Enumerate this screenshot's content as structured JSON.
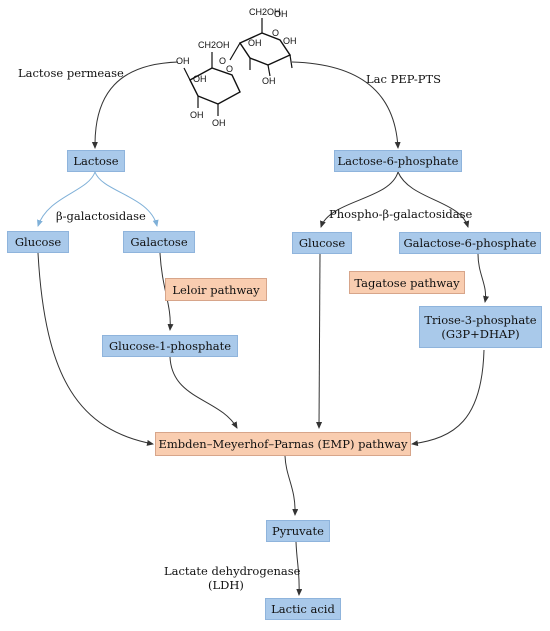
{
  "molecule": {
    "name": "lactose-structure",
    "labels": [
      "CH2OH",
      "OH",
      "O",
      "OH",
      "OH",
      "OH",
      "CH2OH",
      "O",
      "OH",
      "O",
      "OH",
      "OH",
      "OH"
    ]
  },
  "enzymes": {
    "lactose_permease": "Lactose permease",
    "lac_pep_pts": "Lac PEP-PTS",
    "beta_galactosidase": "β-galactosidase",
    "phospho_beta_galactosidase": "Phospho-β-galactosidase",
    "ldh_line1": "Lactate dehydrogenase",
    "ldh_line2": "(LDH)"
  },
  "nodes": {
    "lactose": "Lactose",
    "lactose6p": "Lactose-6-phosphate",
    "glucose_left": "Glucose",
    "galactose": "Galactose",
    "glucose_right": "Glucose",
    "galactose6p": "Galactose-6-phosphate",
    "glucose1p": "Glucose-1-phosphate",
    "triose_line1": "Triose-3-phosphate",
    "triose_line2": "(G3P+DHAP)",
    "pyruvate": "Pyruvate",
    "lactic_acid": "Lactic acid"
  },
  "pathways": {
    "leloir": "Leloir pathway",
    "tagatose": "Tagatose pathway",
    "emp": "Embden–Meyerhof–Parnas (EMP) pathway"
  },
  "colors": {
    "metabolite_box": "#a9c9ea",
    "pathway_box": "#f9cdb0",
    "arrow": "#333333",
    "galactosidase_arrow": "#7fb0d8"
  }
}
